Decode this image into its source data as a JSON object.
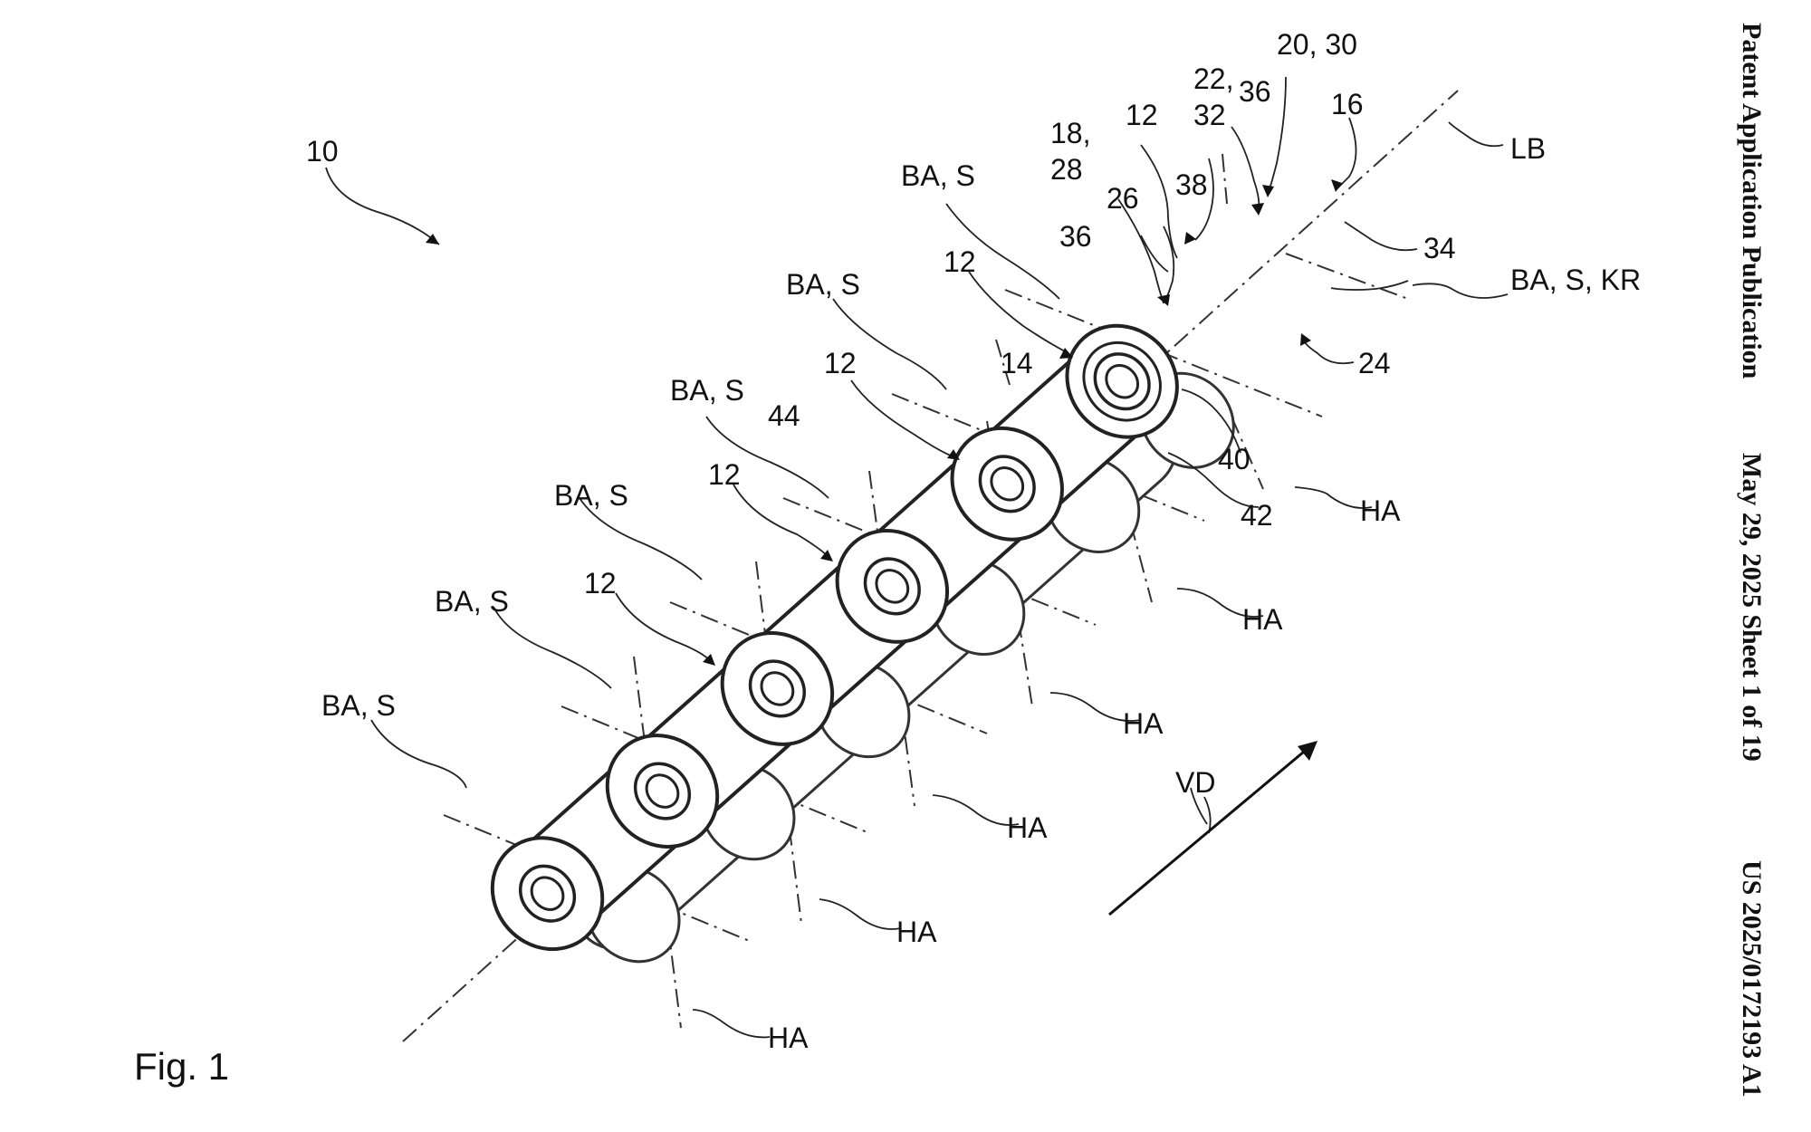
{
  "header": {
    "title": "Patent Application Publication",
    "date_sheet": "May 29, 2025  Sheet 1 of 19",
    "number": "US 2025/0172193 A1"
  },
  "figure": {
    "label": "Fig. 1",
    "refs": {
      "r10": "10",
      "r20_30": "20, 30",
      "r16": "16",
      "r22": "22,",
      "r32": "32",
      "r36a": "36",
      "r12a": "12",
      "r18": "18,",
      "r28": "28",
      "r38": "38",
      "r26": "26",
      "r36b": "36",
      "r34": "34",
      "r24": "24",
      "r14": "14",
      "r12b": "12",
      "r12c": "12",
      "r12d": "12",
      "r12e": "12",
      "r44": "44",
      "r40": "40",
      "r42": "42",
      "lb": "LB",
      "ba_s_kr": "BA, S, KR",
      "ba_s_1": "BA, S",
      "ba_s_2": "BA, S",
      "ba_s_3": "BA, S",
      "ba_s_4": "BA, S",
      "ba_s_5": "BA, S",
      "ba_s_6": "BA, S",
      "ha_1": "HA",
      "ha_2": "HA",
      "ha_3": "HA",
      "ha_4": "HA",
      "ha_5": "HA",
      "ha_6": "HA",
      "vd": "VD"
    }
  }
}
